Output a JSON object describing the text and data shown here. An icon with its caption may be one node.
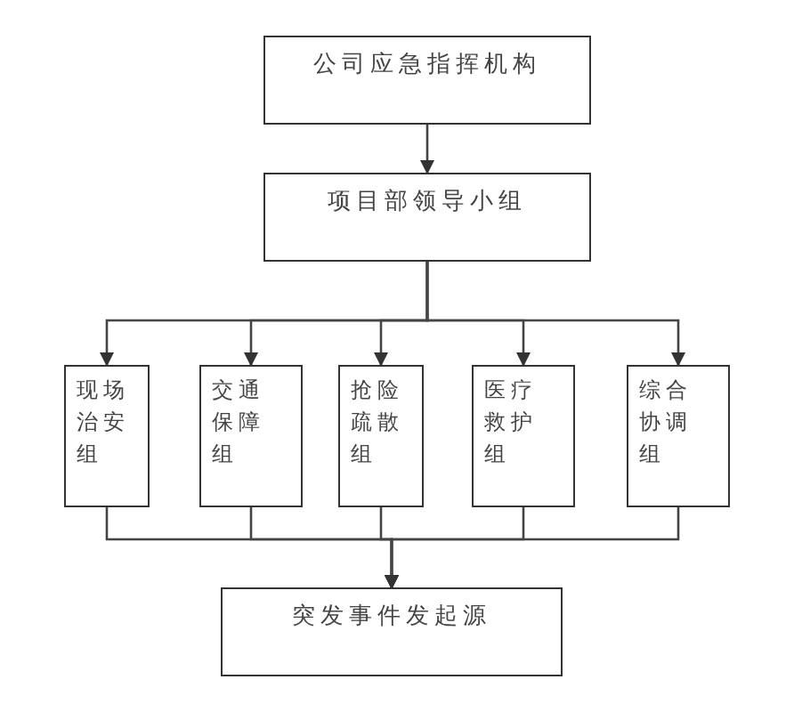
{
  "diagram": {
    "nodes": [
      {
        "text": [
          "公司应急指挥机构"
        ]
      },
      {
        "text": [
          "项目部领导小组"
        ]
      },
      {
        "text": [
          "现场治安组"
        ]
      },
      {
        "text": [
          "交通保障组"
        ]
      },
      {
        "text": [
          "抢险疏散组"
        ]
      },
      {
        "text": [
          "医疗救护组"
        ]
      },
      {
        "text": [
          "综合协调组"
        ]
      },
      {
        "text": [
          "突发事件发起源"
        ]
      }
    ],
    "edges": [
      {
        "from": 0,
        "to": 1,
        "arrow": "to"
      },
      {
        "from": 1,
        "to": 2,
        "arrow": "to"
      },
      {
        "from": 1,
        "to": 3,
        "arrow": "to"
      },
      {
        "from": 1,
        "to": 4,
        "arrow": "to"
      },
      {
        "from": 1,
        "to": 5,
        "arrow": "to"
      },
      {
        "from": 1,
        "to": 6,
        "arrow": "to"
      },
      {
        "from": 2,
        "to": 7,
        "arrow": "to"
      },
      {
        "from": 3,
        "to": 7,
        "arrow": "to"
      },
      {
        "from": 4,
        "to": 7,
        "arrow": "to"
      },
      {
        "from": 5,
        "to": 7,
        "arrow": "to"
      },
      {
        "from": 6,
        "to": 7,
        "arrow": "to"
      }
    ]
  }
}
